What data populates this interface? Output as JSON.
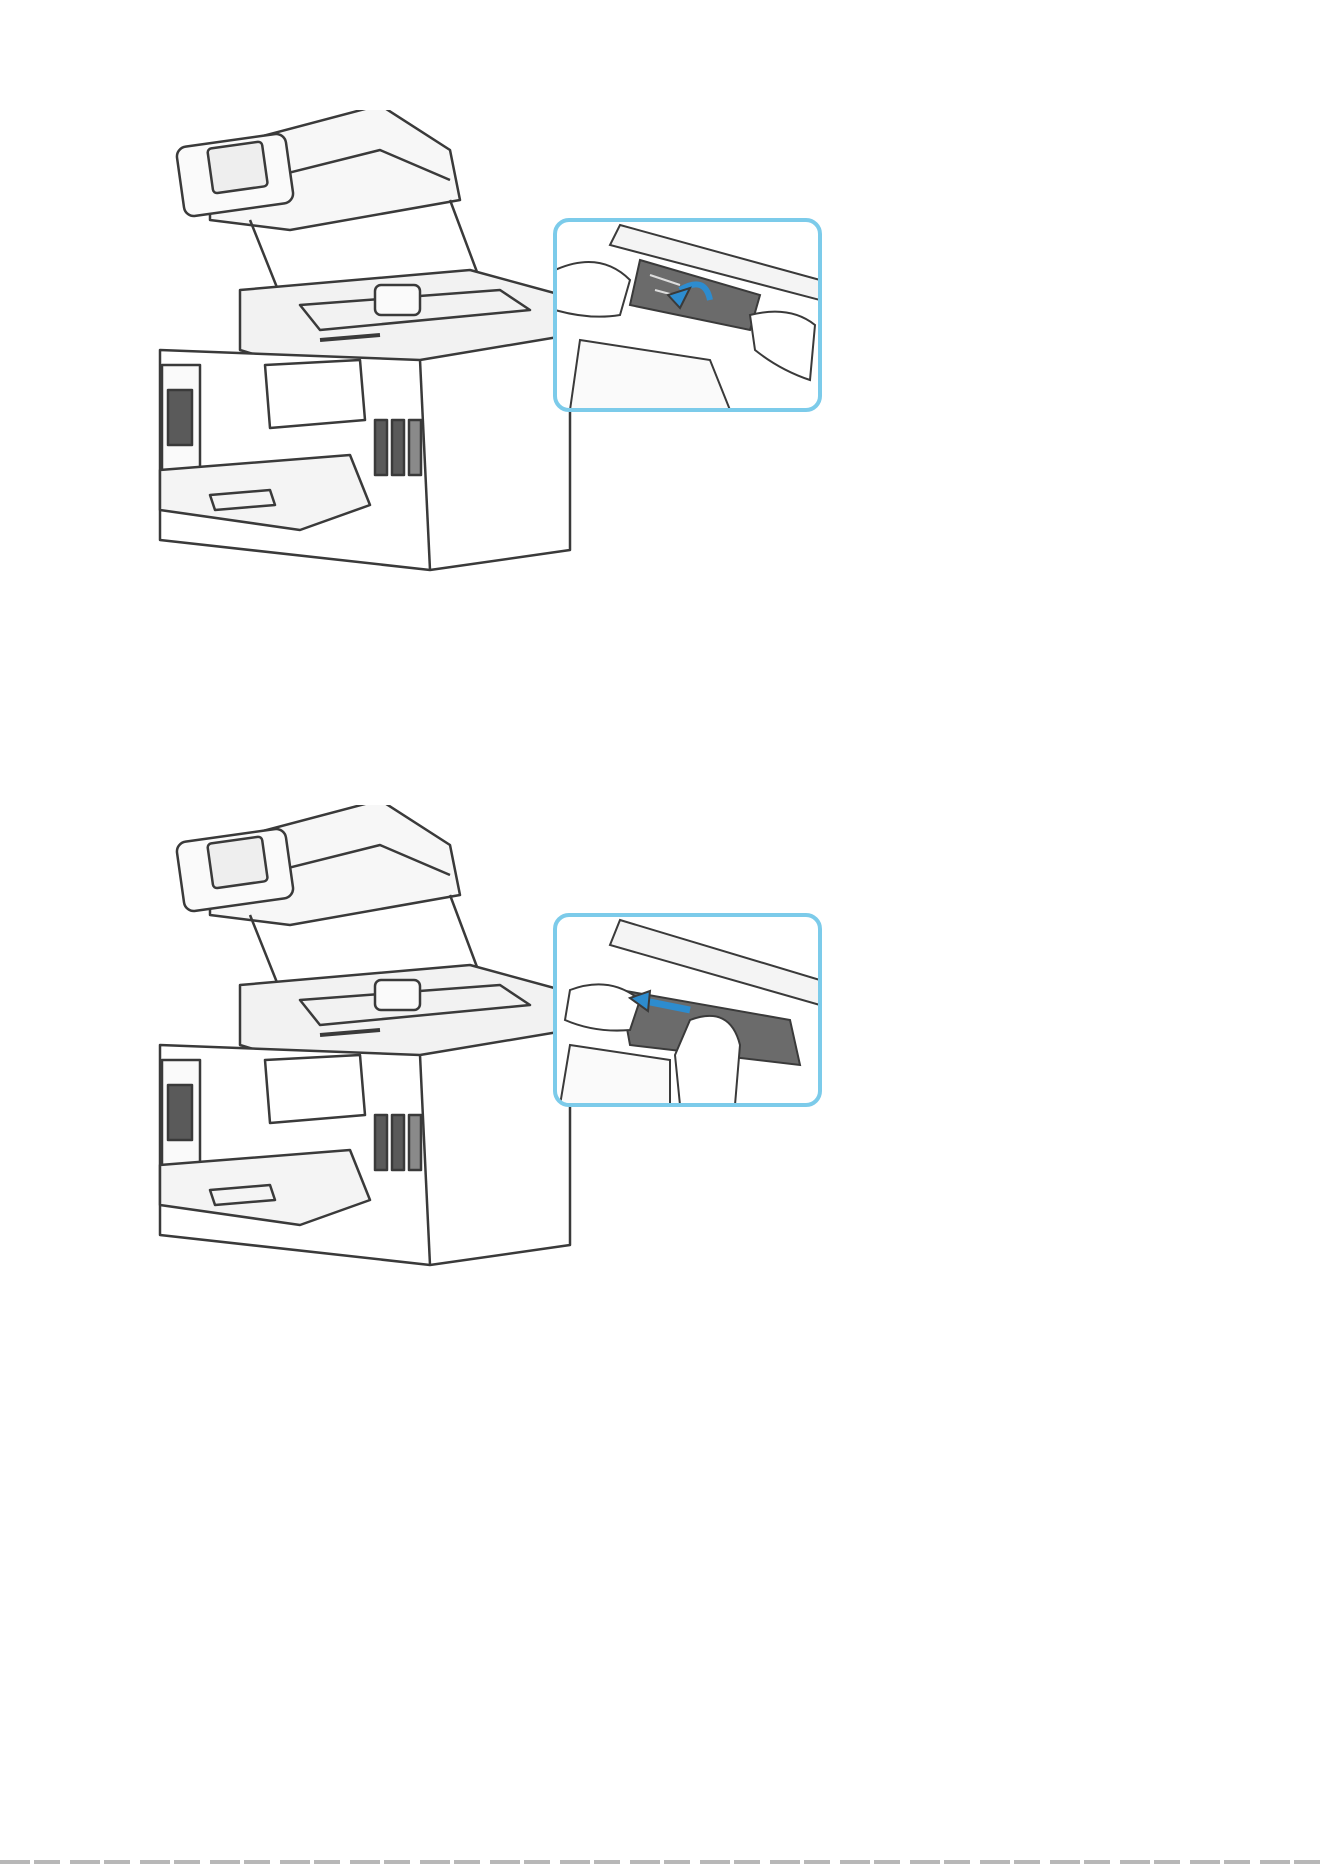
{
  "figures": [
    {
      "id": "fig1",
      "illustration": "printer-open-scanner-unit",
      "callout_arrow": "curved-arrow-icon",
      "accent": "#5bbfe8"
    },
    {
      "id": "fig2",
      "illustration": "printer-open-scanner-unit",
      "callout_arrow": "straight-arrow-icon",
      "accent": "#5bbfe8"
    }
  ],
  "colors": {
    "line": "#3a3a3a",
    "fill_light": "#f4f4f4",
    "paper_jam": "#6b6b6b",
    "ink_window": "#5a5a5a",
    "callout_border": "#7ccbea",
    "callout_beam": "#8fd3f0"
  }
}
